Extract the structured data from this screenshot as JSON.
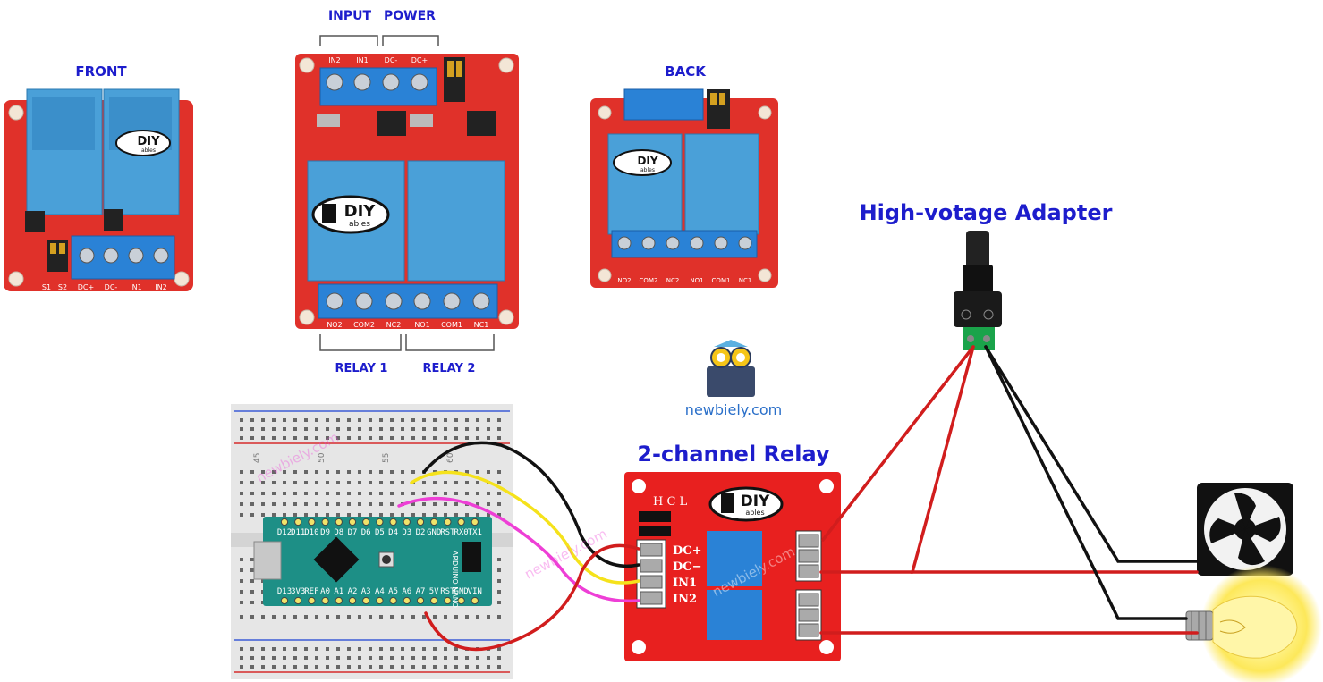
{
  "labels": {
    "front": "FRONT",
    "back": "BACK",
    "input": "INPUT",
    "power": "POWER",
    "relay1": "RELAY 1",
    "relay2": "RELAY 2",
    "adapter": "High-votage Adapter",
    "relay_module": "2-channel Relay",
    "brand": "newbiely.com",
    "watermark": "newbiely.com"
  },
  "relay_pins": [
    "DC+",
    "DC−",
    "IN1",
    "IN2"
  ],
  "relay_jumper": "H C L",
  "top_terminal_labels": [
    "IN2",
    "IN1",
    "DC-",
    "DC+"
  ],
  "bottom_terminal_labels": [
    "NO2",
    "COM2",
    "NC2",
    "NO1",
    "COM1",
    "NC1"
  ],
  "front_bottom_labels": [
    "S1",
    "S2",
    "DC+",
    "DC-",
    "IN1",
    "IN2"
  ],
  "diy_logo": {
    "main": "DIY",
    "sub": "ables"
  },
  "arduino": {
    "top_pins": [
      "D12",
      "D11",
      "D10",
      "D9",
      "D8",
      "D7",
      "D6",
      "D5",
      "D4",
      "D3",
      "D2",
      "GND",
      "RST",
      "RX0",
      "TX1"
    ],
    "bottom_pins": [
      "D13",
      "3V3",
      "REF",
      "A0",
      "A1",
      "A2",
      "A3",
      "A4",
      "A5",
      "A6",
      "A7",
      "5V",
      "RST",
      "GND",
      "VIN"
    ],
    "board_label": "ARDUINO NANO"
  },
  "breadboard_numbers": [
    "45",
    "50",
    "55",
    "60"
  ],
  "colors": {
    "relay_red": "#e8201f",
    "terminal_blue": "#2a82d6",
    "label_blue": "#1d1dcc",
    "arduino_teal": "#1d8f86",
    "wire_red": "#d11d1d",
    "wire_black": "#111111",
    "wire_yellow": "#f5e21b",
    "wire_magenta": "#ee3fd6"
  }
}
